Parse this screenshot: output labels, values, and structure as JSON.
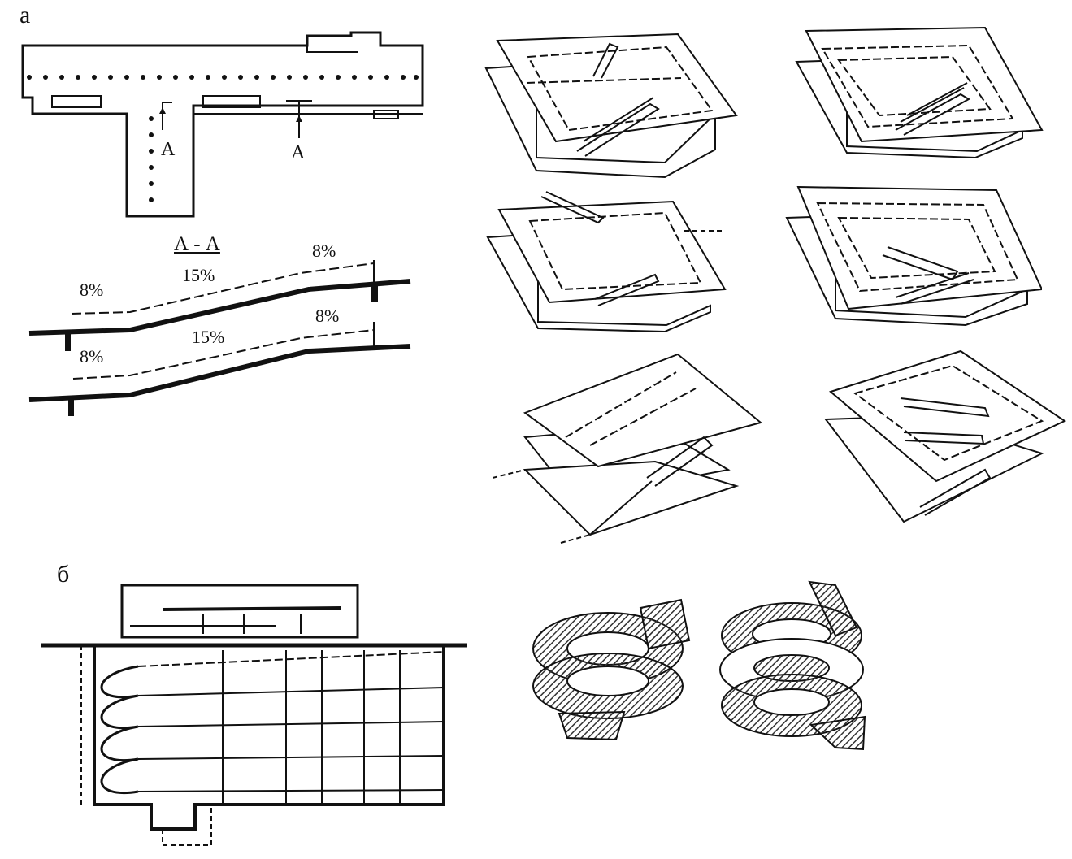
{
  "labels": {
    "part_a": "а",
    "part_b": "б"
  },
  "plan": {
    "section_mark_left": "А",
    "section_mark_right": "А"
  },
  "section": {
    "title": "А - А",
    "upper": {
      "left_slope": "8%",
      "mid_slope": "15%",
      "right_slope": "8%"
    },
    "lower": {
      "left_slope": "8%",
      "mid_slope": "15%",
      "right_slope": "8%"
    }
  }
}
